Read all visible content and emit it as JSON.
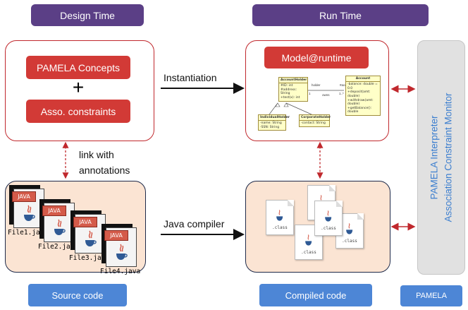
{
  "headers": {
    "design_time": "Design Time",
    "run_time": "Run Time"
  },
  "design_box": {
    "concepts": "PAMELA Concepts",
    "plus": "+",
    "constraints": "Asso. constraints"
  },
  "link_label": [
    "link with",
    "annotations"
  ],
  "instantiation_label": "Instantiation",
  "java_compiler_label": "Java compiler",
  "model_runtime": "Model@runtime",
  "uml": {
    "account_holder": {
      "title": "AccountHolder",
      "attrs": [
        "#ID: int",
        "#address: String",
        "+test(x): int"
      ]
    },
    "holder_label": "holder",
    "owns_label": "owns",
    "accounts_label": "#accounts",
    "mult_left": "1",
    "mult_right": "1..*",
    "account": {
      "title": "Account",
      "attrs": [
        "-balance: double = 0.0",
        "+deposit(amt: double)",
        "+withdraw(amt: double)",
        "+getBalance(): double"
      ]
    },
    "individual_holder": {
      "title": "IndividualHolder",
      "attrs": [
        "-name: String",
        "-SSN: String"
      ]
    },
    "corporate_holder": {
      "title": "CorporateHolder",
      "attrs": [
        "-contact: String"
      ]
    }
  },
  "java_files": [
    "File1.java",
    "File2.java",
    "File3.java",
    "File4.java"
  ],
  "java_badge": "JAVA",
  "class_label": ".class",
  "sidebar": {
    "line1": "PAMELA Interpreter",
    "line2": "Association Constraint Monitor"
  },
  "footers": {
    "source": "Source code",
    "compiled": "Compiled code",
    "pamela": "PAMELA"
  },
  "colors": {
    "header": "#5b3f86",
    "red": "#d23a36",
    "blue": "#4d86d6",
    "peach": "#fbe4d3",
    "sidebar_text": "#3d7fcf"
  }
}
